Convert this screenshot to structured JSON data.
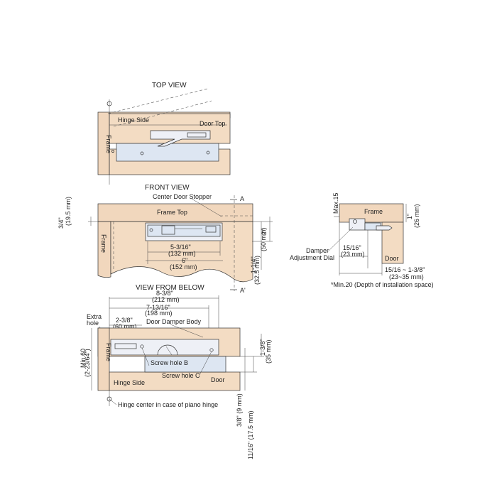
{
  "titles": {
    "top_view": "TOP VIEW",
    "front_view": "FRONT VIEW",
    "view_below": "VIEW FROM BELOW"
  },
  "top_view": {
    "frame": "Frame",
    "hinge_side": "Hinge Side",
    "door_top": "Door Top"
  },
  "front_view": {
    "center_stopper": "Center Door Stopper",
    "frame_top": "Frame Top",
    "frame": "Frame",
    "mark_a": "A",
    "mark_a2": "A'",
    "dim_19": "3/4\"",
    "dim_19mm": "(19.5 mm)",
    "dim_132": "5-3/16\"",
    "dim_132mm": "(132 mm)",
    "dim_152": "6\"",
    "dim_152mm": "(152 mm)",
    "dim_50": "2\"",
    "dim_50mm": "(50 mm)",
    "dim_32": "1-1/4\"",
    "dim_32mm": "(32.5 mm)"
  },
  "side_view": {
    "frame": "Frame",
    "door": "Door",
    "max15": "Max.15",
    "dim_26": "1\"",
    "dim_26mm": "(26 mm)",
    "damper": "Damper",
    "dial": "Adjustment Dial",
    "dim_23": "15/16\"",
    "dim_23mm": "(23 mm)",
    "dim_range": "15/16 ~ 1-3/8\"",
    "dim_range_mm": "(23~35 mm)",
    "note": "*Min.20 (Depth of installation space)"
  },
  "below_view": {
    "dim_212": "8-3/8\"",
    "dim_212mm": "(212 mm)",
    "dim_198": "7-13/16\"",
    "dim_198mm": "(198 mm)",
    "extra_hole": "Extra",
    "extra_hole2": "hole",
    "dim_60": "2-3/8\"",
    "dim_60mm": "(60 mm)",
    "damper_body": "Door Damper Body",
    "frame": "Frame",
    "min60": "Min.60",
    "min60in": "(2-23/64\")",
    "screw_b": "Screw hole B",
    "screw_c": "Screw hole C",
    "hinge_side": "Hinge Side",
    "door": "Door",
    "dim_35": "1-3/8\"",
    "dim_35mm": "(35 mm)",
    "dim_9": "3/8\" (9 mm)",
    "dim_17": "11/16\" (17.5 mm)",
    "hinge_center": "Hinge center in case of piano hinge"
  }
}
